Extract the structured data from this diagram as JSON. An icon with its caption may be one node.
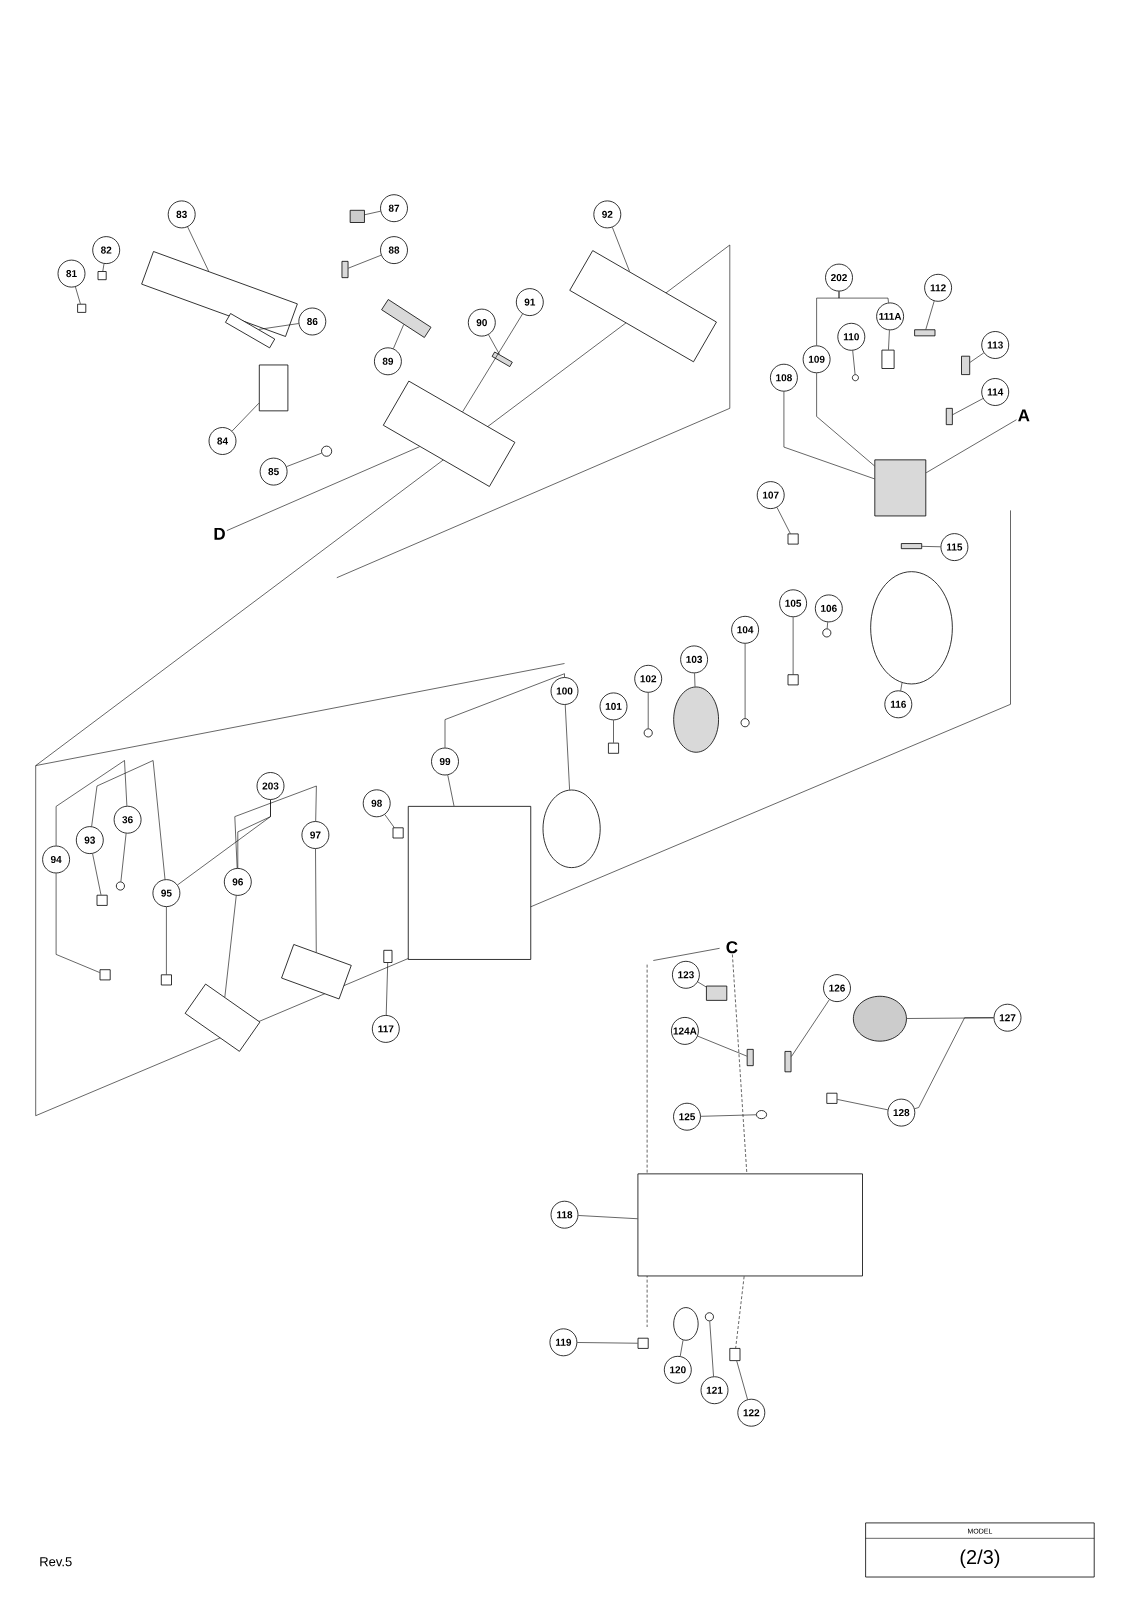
{
  "diagram": {
    "nodes": [
      {
        "text": [
          "83"
        ]
      },
      {
        "text": [
          "82"
        ]
      },
      {
        "text": [
          "81"
        ]
      },
      {
        "text": [
          "87"
        ]
      },
      {
        "text": [
          "88"
        ]
      },
      {
        "text": [
          "86"
        ]
      },
      {
        "text": [
          "89"
        ]
      },
      {
        "text": [
          "90"
        ]
      },
      {
        "text": [
          "91"
        ]
      },
      {
        "text": [
          "92"
        ]
      },
      {
        "text": [
          "84"
        ]
      },
      {
        "text": [
          "85"
        ]
      },
      {
        "text": [
          "202"
        ]
      },
      {
        "text": [
          "112"
        ]
      },
      {
        "text": [
          "111A"
        ]
      },
      {
        "text": [
          "110"
        ]
      },
      {
        "text": [
          "113"
        ]
      },
      {
        "text": [
          "109"
        ]
      },
      {
        "text": [
          "108"
        ]
      },
      {
        "text": [
          "114"
        ]
      },
      {
        "text": [
          "107"
        ]
      },
      {
        "text": [
          "115"
        ]
      },
      {
        "text": [
          "106"
        ]
      },
      {
        "text": [
          "105"
        ]
      },
      {
        "text": [
          "104"
        ]
      },
      {
        "text": [
          "116"
        ]
      },
      {
        "text": [
          "103"
        ]
      },
      {
        "text": [
          "102"
        ]
      },
      {
        "text": [
          "100"
        ]
      },
      {
        "text": [
          "101"
        ]
      },
      {
        "text": [
          "99"
        ]
      },
      {
        "text": [
          "203"
        ]
      },
      {
        "text": [
          "98"
        ]
      },
      {
        "text": [
          "36"
        ]
      },
      {
        "text": [
          "93"
        ]
      },
      {
        "text": [
          "97"
        ]
      },
      {
        "text": [
          "94"
        ]
      },
      {
        "text": [
          "96"
        ]
      },
      {
        "text": [
          "95"
        ]
      },
      {
        "text": [
          "117"
        ]
      },
      {
        "text": [
          "123"
        ]
      },
      {
        "text": [
          "126"
        ]
      },
      {
        "text": [
          "127"
        ]
      },
      {
        "text": [
          "124A"
        ]
      },
      {
        "text": [
          "125"
        ]
      },
      {
        "text": [
          "128"
        ]
      },
      {
        "text": [
          "118"
        ]
      },
      {
        "text": [
          "119"
        ]
      },
      {
        "text": [
          "120"
        ]
      },
      {
        "text": [
          "121"
        ]
      },
      {
        "text": [
          "122"
        ]
      },
      {
        "text": [
          "A"
        ]
      },
      {
        "text": [
          "C"
        ]
      },
      {
        "text": [
          "D"
        ]
      },
      {
        "text": [],
        "shape": "box"
      },
      {
        "text": [],
        "shape": "box"
      },
      {
        "text": [],
        "shape": "box"
      },
      {
        "text": [],
        "shape": "box"
      },
      {
        "text": [],
        "shape": "box"
      },
      {
        "text": [],
        "shape": "box"
      },
      {
        "text": [],
        "shape": "box"
      },
      {
        "text": [],
        "shape": "box"
      },
      {
        "text": [],
        "shape": "box"
      },
      {
        "text": [],
        "shape": "box"
      },
      {
        "text": [],
        "shape": "box"
      },
      {
        "text": [],
        "shape": "circle"
      },
      {
        "text": [],
        "shape": "box"
      },
      {
        "text": [],
        "shape": "box"
      },
      {
        "text": [],
        "shape": "circle"
      },
      {
        "text": [],
        "shape": "box"
      },
      {
        "text": [],
        "shape": "box"
      },
      {
        "text": [],
        "shape": "box"
      },
      {
        "text": [],
        "shape": "box"
      },
      {
        "text": [],
        "shape": "box"
      },
      {
        "text": [],
        "shape": "circle"
      },
      {
        "text": [],
        "shape": "box"
      },
      {
        "text": [],
        "shape": "circle"
      },
      {
        "text": [],
        "shape": "circle"
      },
      {
        "text": [],
        "shape": "circle"
      },
      {
        "text": [],
        "shape": "circle"
      },
      {
        "text": [],
        "shape": "circle"
      },
      {
        "text": [],
        "shape": "box"
      },
      {
        "text": [],
        "shape": "box"
      },
      {
        "text": [],
        "shape": "box"
      },
      {
        "text": [],
        "shape": "circle"
      },
      {
        "text": [],
        "shape": "box"
      },
      {
        "text": [],
        "shape": "box"
      },
      {
        "text": [],
        "shape": "box"
      },
      {
        "text": [],
        "shape": "box"
      },
      {
        "text": [],
        "shape": "box"
      },
      {
        "text": [],
        "shape": "box"
      },
      {
        "text": [],
        "shape": "box"
      },
      {
        "text": [],
        "shape": "box"
      },
      {
        "text": [],
        "shape": "circle"
      },
      {
        "text": [],
        "shape": "box"
      },
      {
        "text": [],
        "shape": "circle"
      },
      {
        "text": [],
        "shape": "box"
      },
      {
        "text": [],
        "shape": "box"
      },
      {
        "text": [],
        "shape": "box"
      },
      {
        "text": [],
        "shape": "circle"
      },
      {
        "text": [],
        "shape": "circle"
      },
      {
        "text": [],
        "shape": "box"
      }
    ],
    "edges": [
      {
        "from": 0,
        "to": 54,
        "arrow": "none"
      },
      {
        "from": 1,
        "to": 55,
        "arrow": "none"
      },
      {
        "from": 2,
        "to": 56,
        "arrow": "none"
      },
      {
        "from": 3,
        "to": 57,
        "arrow": "none"
      },
      {
        "from": 4,
        "to": 58,
        "arrow": "none"
      },
      {
        "from": 5,
        "to": 59,
        "arrow": "none"
      },
      {
        "from": 6,
        "to": 60,
        "arrow": "none"
      },
      {
        "from": 7,
        "to": 61,
        "arrow": "none"
      },
      {
        "from": 8,
        "to": 62,
        "arrow": "none"
      },
      {
        "from": 9,
        "to": 63,
        "arrow": "none"
      },
      {
        "from": 10,
        "to": 64,
        "arrow": "none"
      },
      {
        "from": 11,
        "to": 65,
        "arrow": "none"
      },
      {
        "from": 12,
        "to": 17,
        "arrow": "none"
      },
      {
        "from": 13,
        "to": 66,
        "arrow": "none"
      },
      {
        "from": 14,
        "to": 67,
        "arrow": "none"
      },
      {
        "from": 15,
        "to": 68,
        "arrow": "none"
      },
      {
        "from": 16,
        "to": 69,
        "arrow": "none"
      },
      {
        "from": 17,
        "to": 70,
        "arrow": "none"
      },
      {
        "from": 18,
        "to": 70,
        "arrow": "none"
      },
      {
        "from": 19,
        "to": 71,
        "arrow": "none"
      },
      {
        "from": 20,
        "to": 72,
        "arrow": "none"
      },
      {
        "from": 21,
        "to": 73,
        "arrow": "none"
      },
      {
        "from": 22,
        "to": 74,
        "arrow": "none"
      },
      {
        "from": 23,
        "to": 75,
        "arrow": "none"
      },
      {
        "from": 24,
        "to": 76,
        "arrow": "none"
      },
      {
        "from": 25,
        "to": 77,
        "arrow": "none"
      },
      {
        "from": 26,
        "to": 78,
        "arrow": "none"
      },
      {
        "from": 27,
        "to": 79,
        "arrow": "none"
      },
      {
        "from": 28,
        "to": 80,
        "arrow": "none"
      },
      {
        "from": 29,
        "to": 81,
        "arrow": "none"
      },
      {
        "from": 30,
        "to": 82,
        "arrow": "none"
      },
      {
        "from": 31,
        "to": 38,
        "arrow": "none"
      },
      {
        "from": 32,
        "to": 83,
        "arrow": "none"
      },
      {
        "from": 33,
        "to": 84,
        "arrow": "none"
      },
      {
        "from": 34,
        "to": 85,
        "arrow": "none"
      },
      {
        "from": 35,
        "to": 86,
        "arrow": "none"
      },
      {
        "from": 36,
        "to": 87,
        "arrow": "none"
      },
      {
        "from": 37,
        "to": 88,
        "arrow": "none"
      },
      {
        "from": 38,
        "to": 89,
        "arrow": "none"
      },
      {
        "from": 39,
        "to": 90,
        "arrow": "none"
      },
      {
        "from": 40,
        "to": 91,
        "arrow": "none"
      },
      {
        "from": 41,
        "to": 92,
        "arrow": "none"
      },
      {
        "from": 42,
        "to": 93,
        "arrow": "none"
      },
      {
        "from": 43,
        "to": 94,
        "arrow": "none"
      },
      {
        "from": 44,
        "to": 95,
        "arrow": "none"
      },
      {
        "from": 45,
        "to": 96,
        "arrow": "none"
      },
      {
        "from": 46,
        "to": 97,
        "arrow": "none"
      },
      {
        "from": 47,
        "to": 98,
        "arrow": "none"
      },
      {
        "from": 48,
        "to": 99,
        "arrow": "none"
      },
      {
        "from": 49,
        "to": 100,
        "arrow": "none"
      },
      {
        "from": 50,
        "to": 101,
        "arrow": "none"
      },
      {
        "from": 51,
        "to": 70,
        "arrow": "none"
      },
      {
        "from": 52,
        "to": 97,
        "arrow": "none",
        "style": "dashed"
      },
      {
        "from": 53,
        "to": 62,
        "arrow": "none"
      },
      {
        "from": 12,
        "to": 14,
        "arrow": "none"
      },
      {
        "from": 36,
        "to": 33,
        "arrow": "none"
      },
      {
        "from": 34,
        "to": 38,
        "arrow": "none"
      },
      {
        "from": 37,
        "to": 35,
        "arrow": "none"
      },
      {
        "from": 30,
        "to": 28,
        "arrow": "none"
      },
      {
        "from": 42,
        "to": 45,
        "arrow": "none"
      },
      {
        "from": 31,
        "to": 37,
        "arrow": "none"
      },
      {
        "from": 97,
        "to": 101,
        "arrow": "none",
        "style": "dashed"
      }
    ],
    "labels": [
      "Rev.5",
      "MODEL",
      "(2/3)"
    ]
  }
}
